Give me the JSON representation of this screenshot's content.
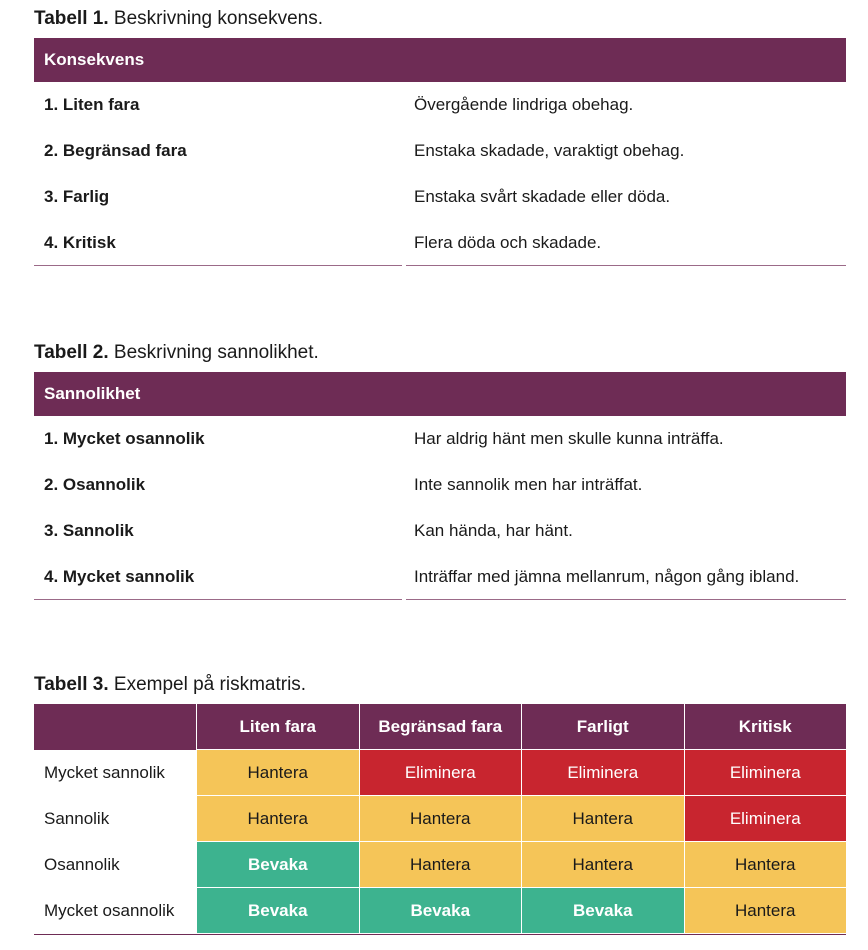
{
  "table1": {
    "caption_bold": "Tabell 1.",
    "caption_text": "Beskrivning konsekvens.",
    "header": "Konsekvens",
    "rows": [
      {
        "label": "1. Liten fara",
        "desc": "Övergående lindriga obehag."
      },
      {
        "label": "2. Begränsad fara",
        "desc": "Enstaka skadade, varaktigt obehag."
      },
      {
        "label": "3. Farlig",
        "desc": "Enstaka svårt skadade eller döda."
      },
      {
        "label": "4. Kritisk",
        "desc": "Flera döda och skadade."
      }
    ]
  },
  "table2": {
    "caption_bold": "Tabell 2.",
    "caption_text": "Beskrivning sannolikhet.",
    "header": "Sannolikhet",
    "rows": [
      {
        "label": "1. Mycket osannolik",
        "desc": "Har aldrig hänt men skulle kunna inträffa."
      },
      {
        "label": "2. Osannolik",
        "desc": "Inte sannolik men har inträffat."
      },
      {
        "label": "3. Sannolik",
        "desc": "Kan hända, har hänt."
      },
      {
        "label": "4. Mycket sannolik",
        "desc": "Inträffar med jämna mellanrum, någon gång ibland."
      }
    ]
  },
  "table3": {
    "caption_bold": "Tabell 3.",
    "caption_text": "Exempel på riskmatris.",
    "columns": [
      "Liten fara",
      "Begränsad fara",
      "Farligt",
      "Kritisk"
    ],
    "rows": [
      {
        "label": "Mycket sannolik",
        "cells": [
          "Hantera",
          "Eliminera",
          "Eliminera",
          "Eliminera"
        ]
      },
      {
        "label": "Sannolik",
        "cells": [
          "Hantera",
          "Hantera",
          "Hantera",
          "Eliminera"
        ]
      },
      {
        "label": "Osannolik",
        "cells": [
          "Bevaka",
          "Hantera",
          "Hantera",
          "Hantera"
        ]
      },
      {
        "label": "Mycket osannolik",
        "cells": [
          "Bevaka",
          "Bevaka",
          "Bevaka",
          "Hantera"
        ]
      }
    ]
  },
  "colors": {
    "header": "#6e2c55",
    "hantera": "#f5c558",
    "eliminera": "#c8252f",
    "bevaka": "#3db38f"
  }
}
